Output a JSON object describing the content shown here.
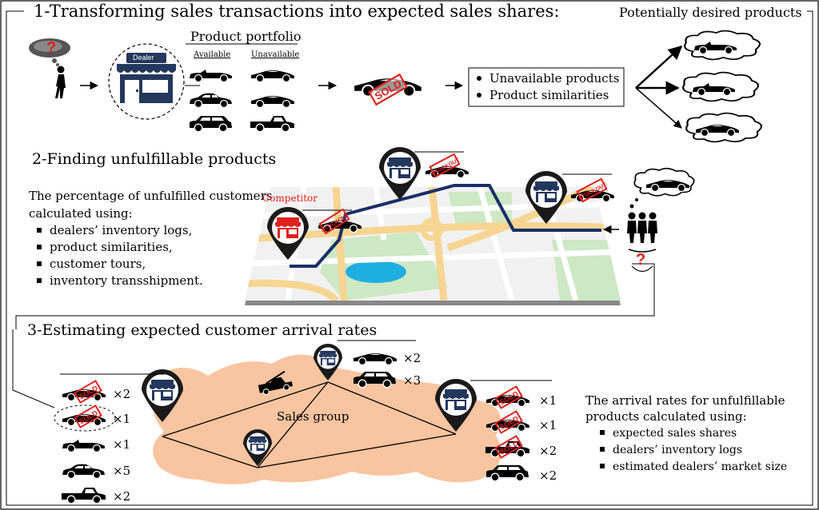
{
  "section1": {
    "title": "1-Transforming sales transactions into expected sales shares:",
    "portfolio_label": "Product portfolio",
    "available_label": "Available",
    "unavailable_label": "Unavailable",
    "dealer_sign": "Dealer",
    "sold_stamp": "SOLD",
    "bullets": [
      "Unavailable products",
      "Product similarities"
    ],
    "desired_label": "Potentially desired products"
  },
  "section2": {
    "title": "2-Finding unfulfillable products",
    "intro": [
      "The percentage of unfulfilled customers",
      "calculated using:"
    ],
    "bullets": [
      "dealers’ inventory logs,",
      "product similarities,",
      "customer tours,",
      "inventory transshipment."
    ],
    "competitor_label": "Competitor",
    "stockout_stamp": "STOCKOUT"
  },
  "section3": {
    "title": "3-Estimating expected customer arrival rates",
    "sales_group_label": "Sales group",
    "left_multipliers": [
      "×2",
      "×1",
      "×1",
      "×5",
      "×2"
    ],
    "top_multipliers": [
      "×2",
      "×3"
    ],
    "right_multipliers": [
      "×1",
      "×1",
      "×2",
      "×2"
    ],
    "note_intro": [
      "The arrival rates for unfulfillable",
      "products calculated using:"
    ],
    "note_bullets": [
      "expected sales shares",
      "dealers’ inventory logs",
      "estimated dealers’ market size"
    ]
  },
  "colors": {
    "dealer_navy": "#24375c",
    "competitor_red": "#e0201c",
    "stamp_red": "#e0201c",
    "route_navy": "#1a2f66",
    "region_peach": "#f9c4a0",
    "map_green": "#cde8c4",
    "map_water": "#1faee0",
    "map_road_yellow": "#f6d592"
  },
  "icons": [
    "question-mark-icon",
    "person-icon",
    "store-icon",
    "car-icon",
    "thought-cloud-icon",
    "map-pin-icon",
    "tow-truck-icon",
    "customers-icon"
  ]
}
